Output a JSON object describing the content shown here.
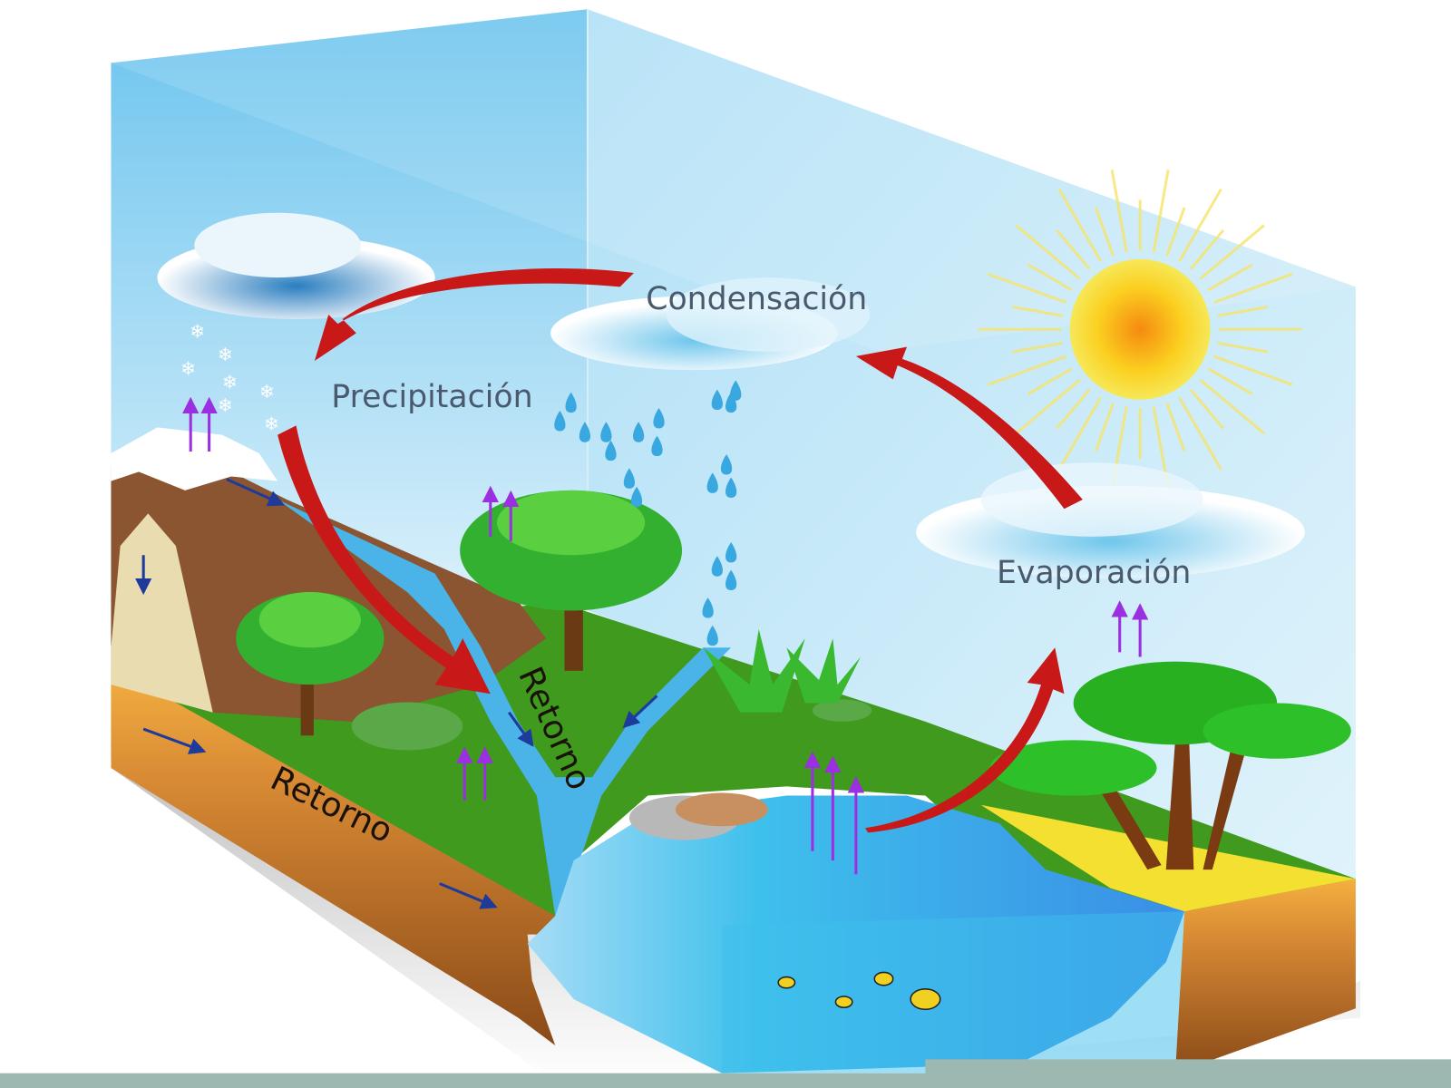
{
  "diagram": {
    "title": "Water cycle",
    "labels": {
      "condensation": "Condensación",
      "precipitation": "Precipitación",
      "evaporation": "Evaporación",
      "return_river": "Retorno",
      "return_ground": "Retorno"
    },
    "colors": {
      "sky": "#8fd0f0",
      "grass": "#3f9a1e",
      "water": "#3fb8e8",
      "soil": "#c26a28",
      "sand": "#f4b040",
      "cycle_arrow": "#c81818",
      "vapor_arrow": "#9a30e0",
      "flow_arrow": "#1e3a9a",
      "footer_bar": "#9db8b0"
    }
  }
}
